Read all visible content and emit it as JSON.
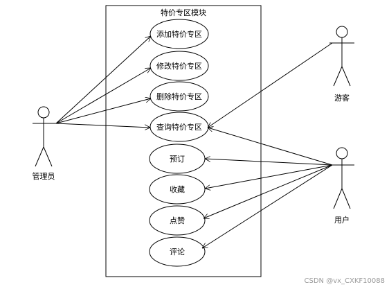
{
  "system": {
    "title": "特价专区模块"
  },
  "actors": {
    "admin": "管理员",
    "visitor": "游客",
    "user": "用户"
  },
  "use_cases": {
    "add": "添加特价专区",
    "modify": "修改特价专区",
    "delete": "删除特价专区",
    "query": "查询特价专区",
    "reserve": "预订",
    "favorite": "收藏",
    "like": "点赞",
    "comment": "评论"
  },
  "associations": [
    {
      "actor": "管理员",
      "use_case": "添加特价专区"
    },
    {
      "actor": "管理员",
      "use_case": "修改特价专区"
    },
    {
      "actor": "管理员",
      "use_case": "删除特价专区"
    },
    {
      "actor": "管理员",
      "use_case": "查询特价专区"
    },
    {
      "actor": "游客",
      "use_case": "查询特价专区"
    },
    {
      "actor": "用户",
      "use_case": "查询特价专区"
    },
    {
      "actor": "用户",
      "use_case": "预订"
    },
    {
      "actor": "用户",
      "use_case": "收藏"
    },
    {
      "actor": "用户",
      "use_case": "点赞"
    },
    {
      "actor": "用户",
      "use_case": "评论"
    }
  ],
  "watermark": "CSDN @vx_CXKF10088",
  "colors": {
    "stroke": "#000000",
    "background": "#ffffff",
    "watermark": "#9a9a9a"
  }
}
